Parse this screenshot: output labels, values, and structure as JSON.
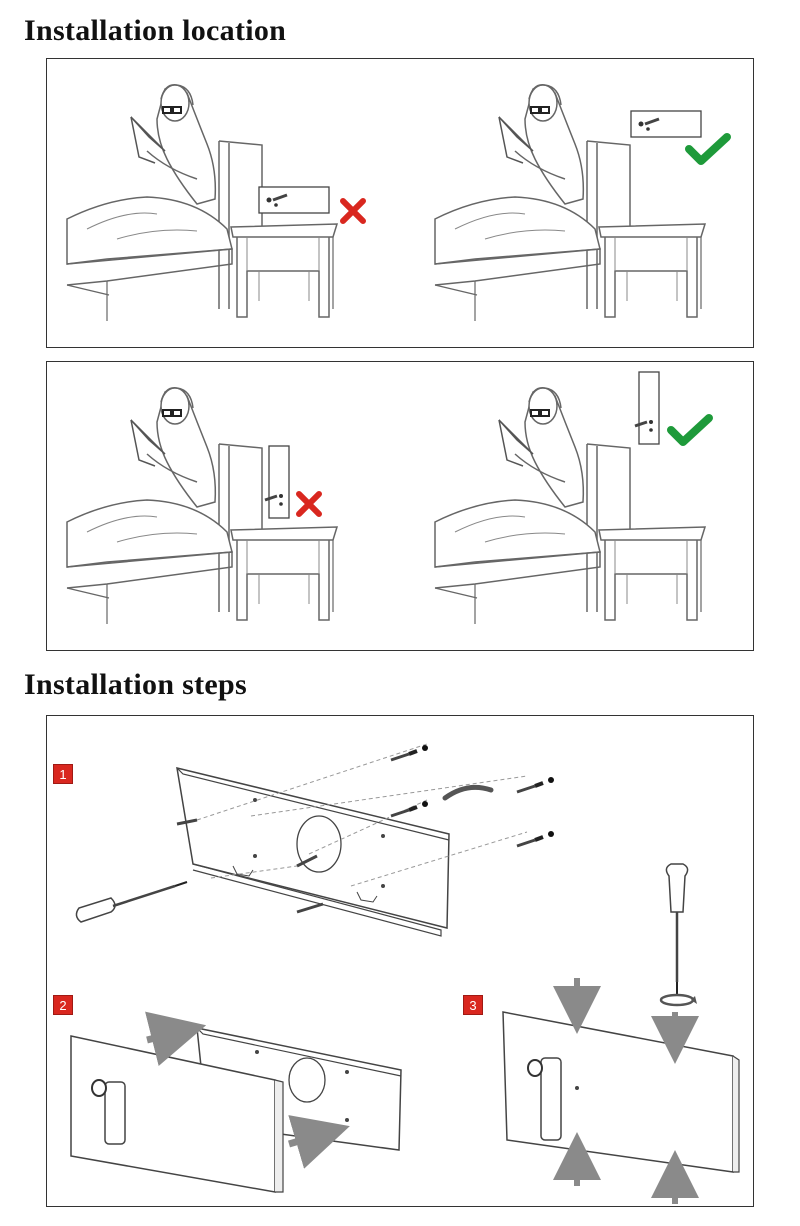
{
  "sections": {
    "location_title": "Installation location",
    "steps_title": "Installation steps"
  },
  "scenes": [
    {
      "verdict": "wrong",
      "mount": "horizontal-low"
    },
    {
      "verdict": "correct",
      "mount": "horizontal-high"
    },
    {
      "verdict": "wrong",
      "mount": "vertical-low"
    },
    {
      "verdict": "correct",
      "mount": "vertical-high"
    }
  ],
  "steps": [
    {
      "number": "1"
    },
    {
      "number": "2"
    },
    {
      "number": "3"
    }
  ],
  "colors": {
    "correct": "#1e9a3a",
    "wrong": "#d9271f",
    "badge": "#d9271f",
    "arrow": "#8a8a8a",
    "line": "#555555"
  },
  "icons": {
    "correct": "check-mark-icon",
    "wrong": "cross-mark-icon",
    "tool": "screwdriver-icon"
  }
}
